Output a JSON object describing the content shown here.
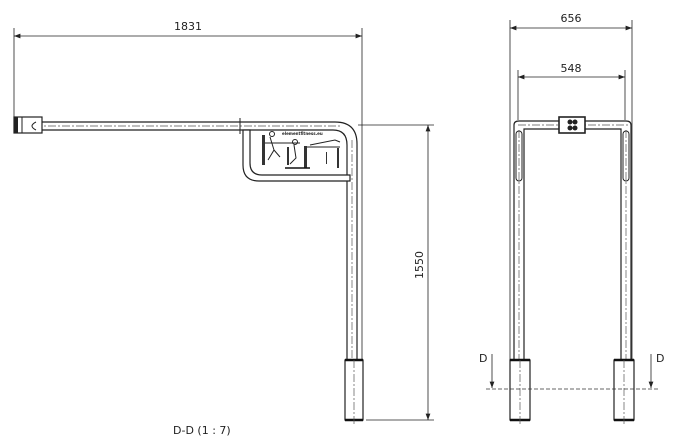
{
  "drawing": {
    "left_view": {
      "width_dimension": "1831",
      "height_dimension": "1550",
      "logo_text": "elementfitness.eu"
    },
    "right_view": {
      "outer_width_dimension": "656",
      "inner_width_dimension": "548",
      "section_marker_left": "D",
      "section_marker_right": "D"
    },
    "section_label": "D-D (1 : 7)"
  }
}
